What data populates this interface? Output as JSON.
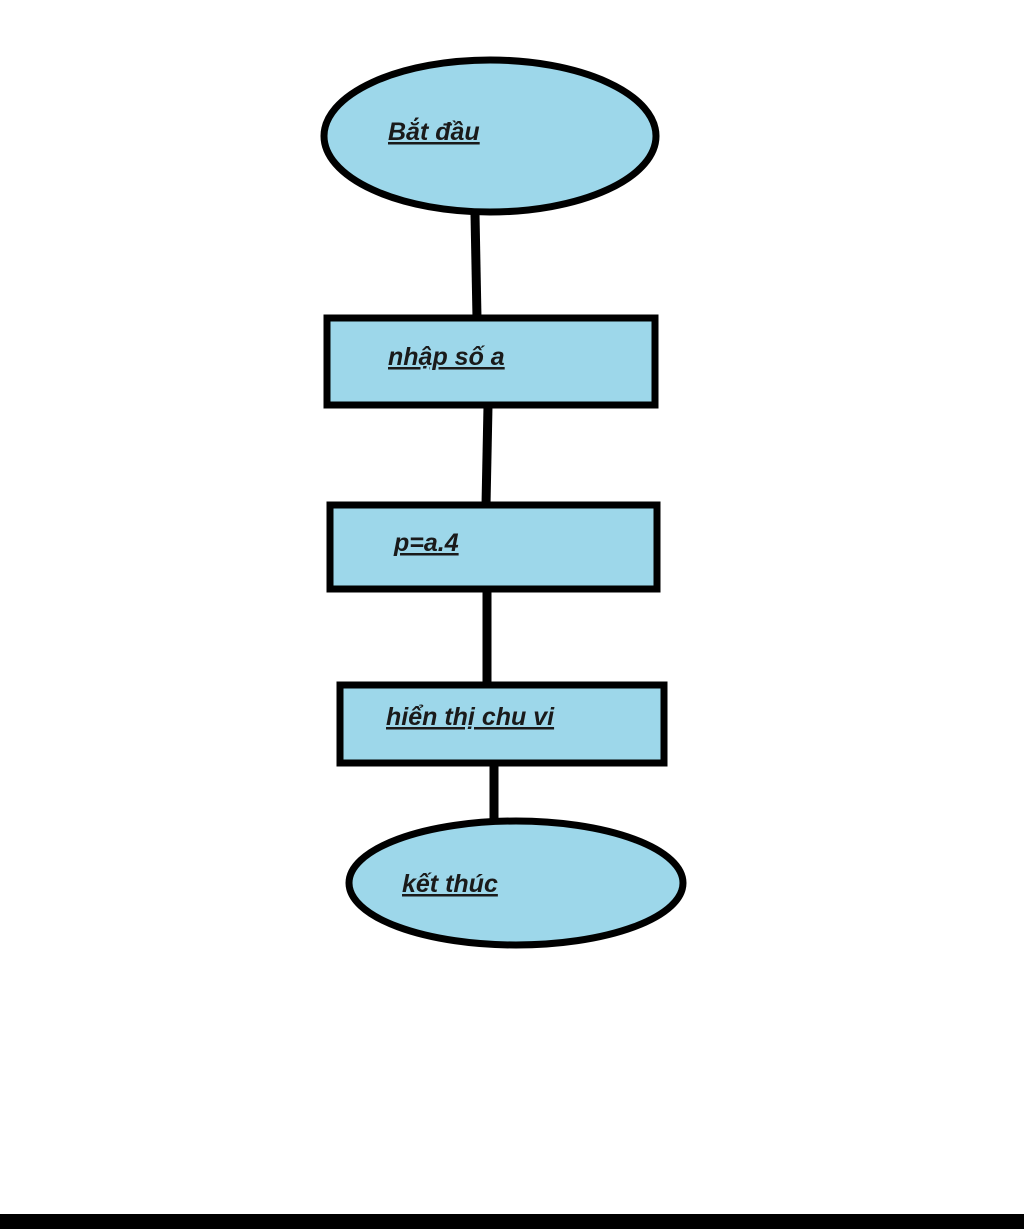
{
  "colors": {
    "shape_fill": "#9dd7ea",
    "shape_stroke": "#000000",
    "connector": "#000000",
    "background": "#ffffff"
  },
  "flowchart": {
    "nodes": [
      {
        "id": "start",
        "shape": "ellipse",
        "label": "Bắt đầu"
      },
      {
        "id": "input",
        "shape": "rectangle",
        "label": "nhập số a"
      },
      {
        "id": "process",
        "shape": "rectangle",
        "label": "p=a.4"
      },
      {
        "id": "output",
        "shape": "rectangle",
        "label": "hiển thị chu vi"
      },
      {
        "id": "end",
        "shape": "ellipse",
        "label": "kết thúc"
      }
    ],
    "edges": [
      {
        "from": "start",
        "to": "input"
      },
      {
        "from": "input",
        "to": "process"
      },
      {
        "from": "process",
        "to": "output"
      },
      {
        "from": "output",
        "to": "end"
      }
    ]
  }
}
